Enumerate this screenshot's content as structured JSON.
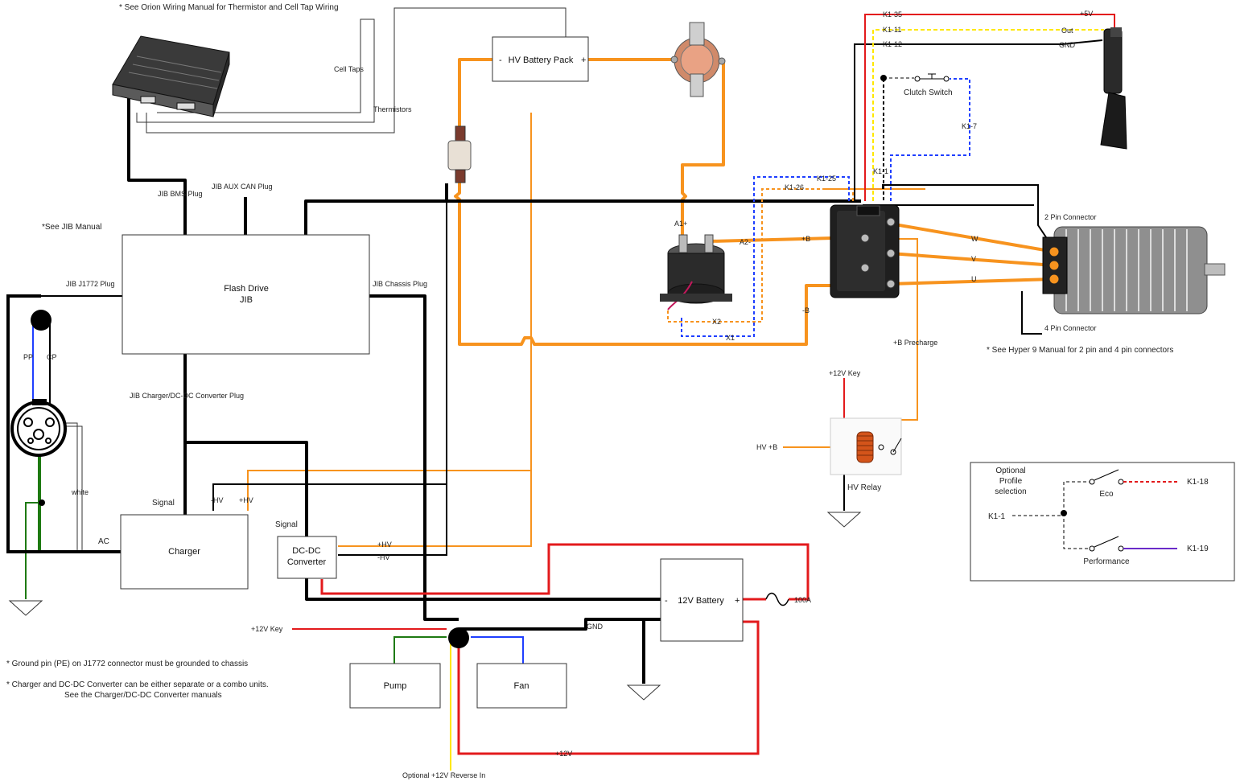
{
  "notes": {
    "orion": "* See Orion Wiring Manual for Thermistor and Cell Tap Wiring",
    "jib_manual": "*See JIB Manual",
    "hyper9": "* See Hyper 9 Manual for 2 pin and 4 pin connectors",
    "ground_pin": "* Ground pin (PE) on J1772 connector must be grounded to chassis",
    "charger_combo_1": "* Charger and DC-DC Converter can be either separate or a combo units.",
    "charger_combo_2": "See the Charger/DC-DC Converter manuals"
  },
  "components": {
    "flash_drive_1": "Flash Drive",
    "flash_drive_2": "JIB",
    "hv_battery_minus": "-",
    "hv_battery": "HV Battery Pack",
    "hv_battery_plus": "+",
    "charger": "Charger",
    "dcdc_1": "DC-DC",
    "dcdc_2": "Converter",
    "battery_12v": "12V Battery",
    "battery_12v_minus": "-",
    "battery_12v_plus": "+",
    "pump": "Pump",
    "fan": "Fan",
    "hv_relay": "HV Relay",
    "clutch_switch": "Clutch Switch"
  },
  "labels": {
    "cell_taps": "Cell Taps",
    "thermistors": "Thermistors",
    "jib_bms_plug": "JIB BMS Plug",
    "jib_aux_can_plug": "JIB AUX CAN Plug",
    "jib_j1772_plug": "JIB J1772 Plug",
    "jib_chassis_plug": "JIB Chassis Plug",
    "jib_charger_plug": "JIB Charger/DC-DC Converter Plug",
    "pp": "PP",
    "cp": "CP",
    "white": "white",
    "ac": "AC",
    "signal_charger": "Signal",
    "signal_dcdc": "Signal",
    "minus_hv": "-HV",
    "plus_hv": "+HV",
    "dcdc_plus_hv": "+HV",
    "dcdc_minus_hv": "-HV",
    "a1_plus": "A1+",
    "a2_minus": "A2-",
    "x2": "X2",
    "x1": "X1",
    "plus_b": "+B",
    "minus_b": "-B",
    "k1_25": "K1-25",
    "k1_26": "K1-26",
    "k1_35": "K1-35",
    "k1_11": "K1-11",
    "k1_12": "K1-12",
    "k1_7": "K1-7",
    "k1_1": "K1-1",
    "plus_5v": "+5V",
    "out": "Out",
    "gnd_pedal": "GND",
    "w": "W",
    "v": "V",
    "u": "U",
    "two_pin_connector": "2 Pin Connector",
    "four_pin_connector": "4 Pin Connector",
    "b_precharge": "+B Precharge",
    "plus12v_key_relay": "+12V Key",
    "hv_plus_b": "HV +B",
    "plus12v_key_bottom": "+12V Key",
    "gnd": "GND",
    "fuse_100a": "100A",
    "plus12v": "+12V",
    "reverse_in": "Optional +12V Reverse In"
  },
  "profile": {
    "title_1": "Optional",
    "title_2": "Profile",
    "title_3": "selection",
    "k1_1": "K1-1",
    "eco": "Eco",
    "performance": "Performance",
    "k1_18": "K1-18",
    "k1_19": "K1-19"
  },
  "colors": {
    "hv_orange": "#f7931e",
    "black": "#000000",
    "red": "#e31a1c",
    "yellow": "#ffe800",
    "blue": "#1f3fff",
    "green": "#1e7a12",
    "purple": "#6a2bc9"
  }
}
